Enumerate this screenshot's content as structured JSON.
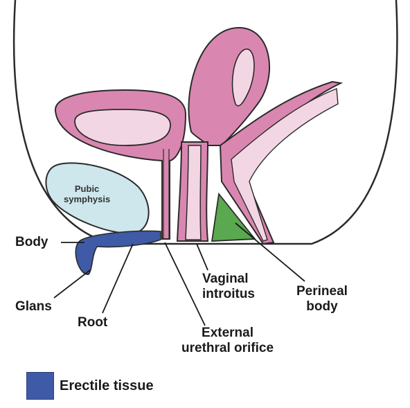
{
  "labels": {
    "pubic_symphysis_line1": "Pubic",
    "pubic_symphysis_line2": "symphysis",
    "body": "Body",
    "glans": "Glans",
    "root": "Root",
    "vaginal_introitus_line1": "Vaginal",
    "vaginal_introitus_line2": "introitus",
    "perineal_body_line1": "Perineal",
    "perineal_body_line2": "body",
    "external_urethral_orifice_line1": "External",
    "external_urethral_orifice_line2": "urethral orifice"
  },
  "legend": {
    "label": "Erectile tissue",
    "color": "#3f5aa6"
  },
  "colors": {
    "organ_pink": "#d987b0",
    "organ_light_pink": "#f3d6e4",
    "pubic_symphysis": "#cde7ec",
    "erectile_tissue": "#3f5aa6",
    "perineal_body": "#5aa84f",
    "outline": "#2a2a2a"
  }
}
